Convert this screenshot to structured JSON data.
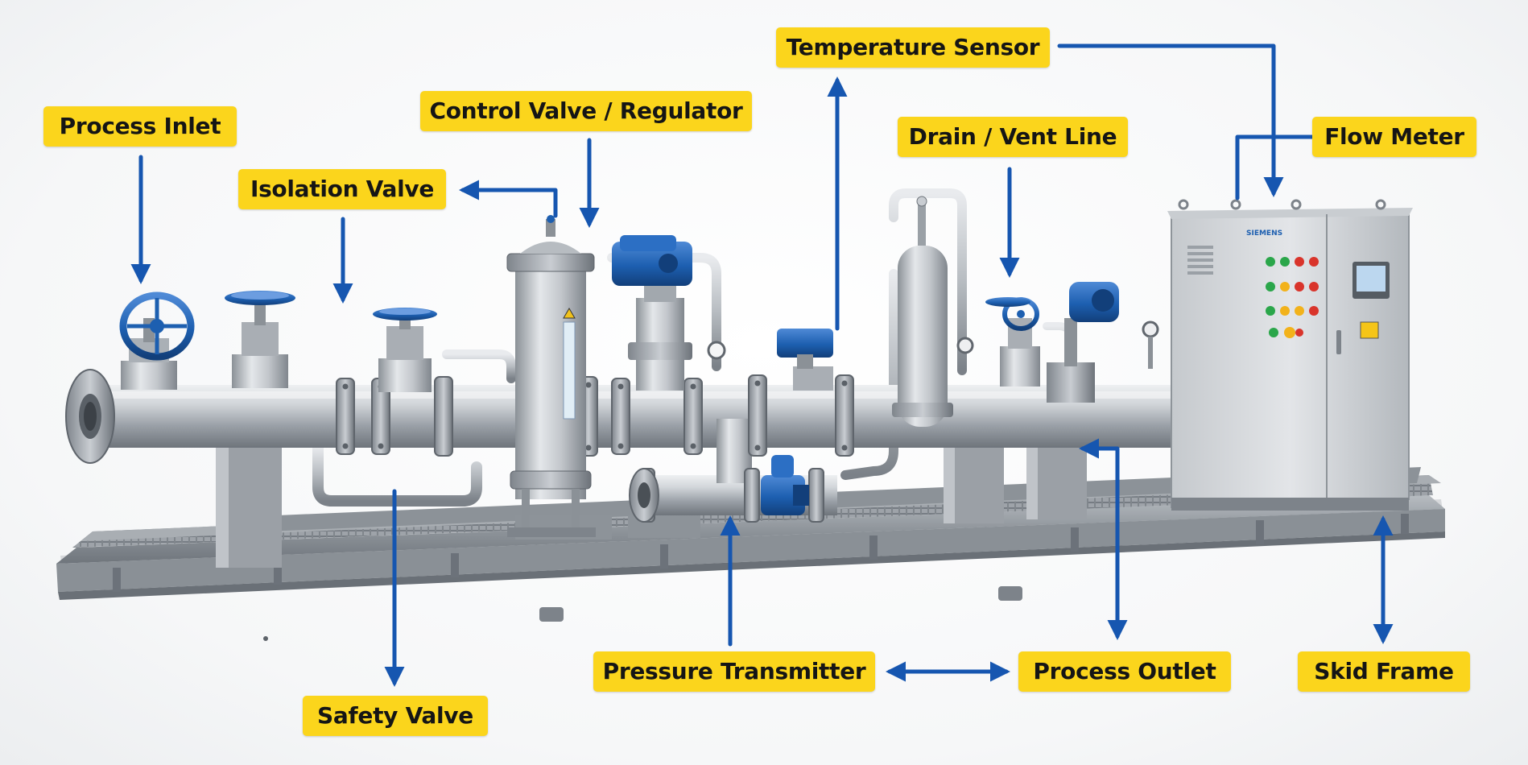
{
  "colors": {
    "callout_fill": "#fbd51c",
    "callout_text": "#151515",
    "leader_line": "#1656b0",
    "accent_blue": "#1d5fb0",
    "steel": "#b9bec4"
  },
  "labels": {
    "process_inlet": "Process Inlet",
    "isolation_valve": "Isolation Valve",
    "control_valve": "Control Valve / Regulator",
    "temperature_sensor": "Temperature Sensor",
    "drain_vent": "Drain / Vent Line",
    "flow_meter": "Flow Meter",
    "safety_valve": "Safety Valve",
    "pressure_transmitter": "Pressure Transmitter",
    "process_outlet": "Process Outlet",
    "skid_frame": "Skid Frame"
  },
  "panel": {
    "nameplate": "SIEMENS"
  }
}
